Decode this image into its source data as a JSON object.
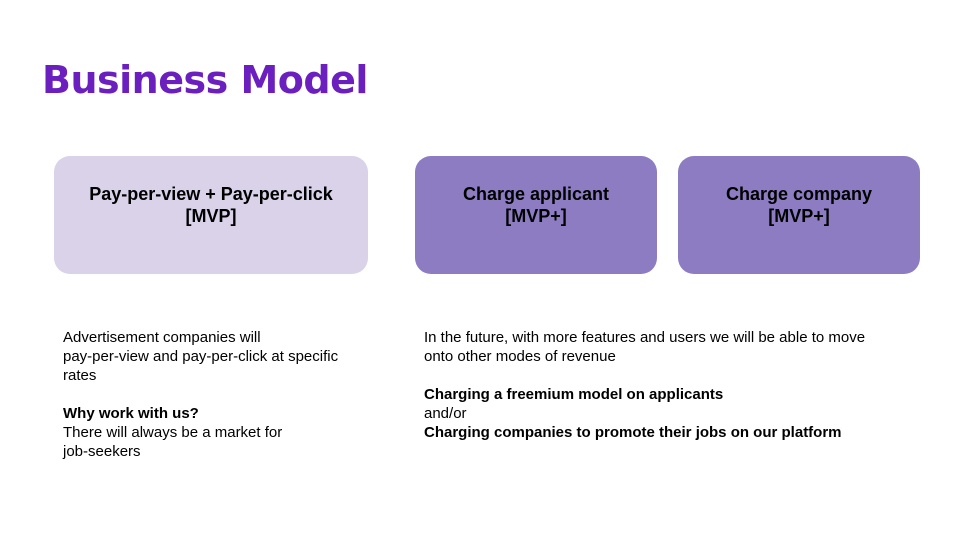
{
  "slide": {
    "title": "Business Model",
    "boxes": [
      {
        "line1": "Pay-per-view + Pay-per-click",
        "line2": "[MVP]"
      },
      {
        "line1": "Charge applicant",
        "line2": "[MVP+]"
      },
      {
        "line1": "Charge company",
        "line2": "[MVP+]"
      }
    ],
    "left_text": {
      "line1": "Advertisement companies will",
      "line2": "pay-per-view and pay-per-click at specific",
      "line3": "rates",
      "heading": "Why work with us?",
      "line4": "There will always be a market for",
      "line5": "job-seekers"
    },
    "right_text": {
      "line1": "In the future, with more features and users we will be able to move",
      "line2": "onto other modes of revenue",
      "bold1": "Charging a freemium model on applicants",
      "connector": "and/or",
      "bold2": "Charging companies to promote their jobs on our platform"
    }
  },
  "colors": {
    "title": "#6a1fbe",
    "box_light": "#d9d2e9",
    "box_dark": "#8e7cc3"
  }
}
